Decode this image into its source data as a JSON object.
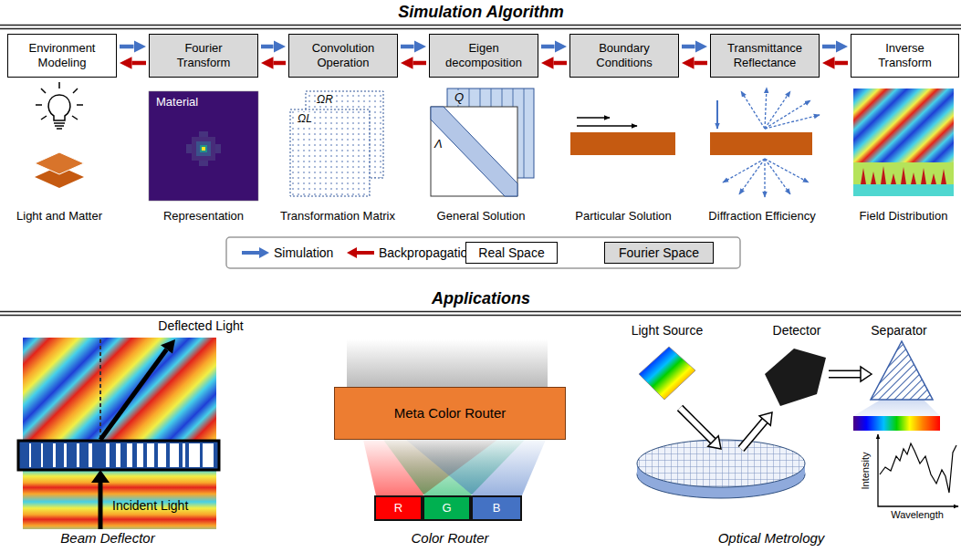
{
  "diagram": {
    "title": "Simulation Algorithm",
    "nodes": [
      {
        "text": [
          "Environment Modeling"
        ]
      },
      {
        "text": [
          "Fourier Transform"
        ]
      },
      {
        "text": [
          "Convolution Operation"
        ]
      },
      {
        "text": [
          "Eigen decomposition"
        ]
      },
      {
        "text": [
          "Boundary Conditions"
        ]
      },
      {
        "text": [
          "Transmittance Reflectance"
        ]
      },
      {
        "text": [
          "Inverse Transform"
        ]
      },
      {
        "text": [
          "Meta Color Router"
        ]
      },
      {
        "text": [
          "R"
        ]
      },
      {
        "text": [
          "G"
        ]
      },
      {
        "text": [
          "B"
        ]
      }
    ],
    "edges": [
      {
        "from": 0,
        "to": 1,
        "arrow": "to"
      },
      {
        "from": 1,
        "to": 0,
        "arrow": "to"
      },
      {
        "from": 1,
        "to": 2,
        "arrow": "to"
      },
      {
        "from": 2,
        "to": 1,
        "arrow": "to"
      },
      {
        "from": 2,
        "to": 3,
        "arrow": "to"
      },
      {
        "from": 3,
        "to": 2,
        "arrow": "to"
      },
      {
        "from": 3,
        "to": 4,
        "arrow": "to"
      },
      {
        "from": 4,
        "to": 3,
        "arrow": "to"
      },
      {
        "from": 4,
        "to": 5,
        "arrow": "to"
      },
      {
        "from": 5,
        "to": 4,
        "arrow": "to"
      },
      {
        "from": 5,
        "to": 6,
        "arrow": "to"
      },
      {
        "from": 6,
        "to": 5,
        "arrow": "to"
      }
    ],
    "labels": [
      "Applications",
      "Light and Matter",
      "Representation",
      "Transformation Matrix",
      "General Solution",
      "Particular Solution",
      "Diffraction Efficiency",
      "Field Distribution",
      "Material",
      "ΩR",
      "ΩL",
      "Q",
      "Λ",
      "Deflected Light",
      "Incident Light",
      "Beam Deflector",
      "Color Router",
      "Light Source",
      "Detector",
      "Separator",
      "Intensity",
      "Wavelength",
      "Optical Metrology"
    ],
    "legend": [
      {
        "text": "Simulation"
      },
      {
        "text": "Backpropagation"
      },
      {
        "text": "Real Space",
        "color": "#ffffff"
      },
      {
        "text": "Fourier Space",
        "color": "#d9d9d9"
      }
    ]
  }
}
